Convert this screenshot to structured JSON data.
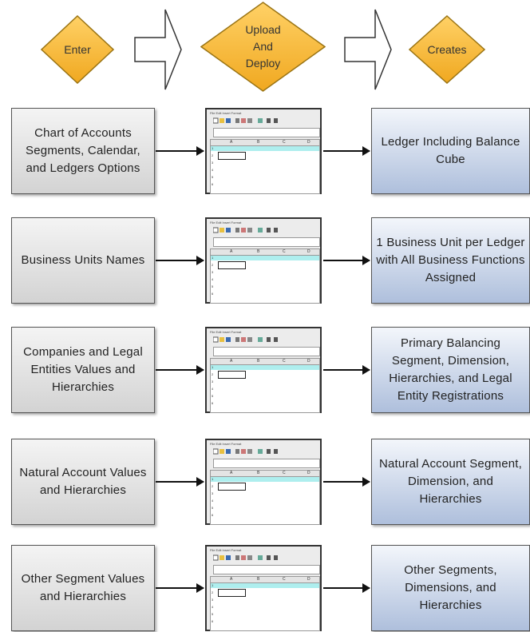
{
  "header": {
    "step1": "Enter",
    "step2": "Upload\nAnd\nDeploy",
    "step3": "Creates"
  },
  "rows": [
    {
      "input": "Chart of Accounts Segments, Calendar, and Ledgers Options",
      "output": "Ledger Including Balance Cube"
    },
    {
      "input": "Business Units Names",
      "output": "1 Business Unit per Ledger with All Business Functions Assigned"
    },
    {
      "input": "Companies and Legal Entities Values and Hierarchies",
      "output": "Primary Balancing Segment, Dimension, Hierarchies, and Legal Entity Registrations"
    },
    {
      "input": "Natural Account Values and Hierarchies",
      "output": "Natural Account Segment, Dimension, and Hierarchies"
    },
    {
      "input": "Other Segment Values and Hierarchies",
      "output": "Other Segments, Dimensions, and Hierarchies"
    }
  ],
  "spreadsheet": {
    "menu": "File  Edit  Insert  Format",
    "columns": [
      "A",
      "B",
      "C",
      "D"
    ],
    "rows": [
      "1",
      "2",
      "3",
      "4",
      "5",
      "6"
    ]
  },
  "colors": {
    "diamond_fill": "#f6be3c",
    "diamond_stroke": "#9a7414",
    "left_box": "#d3d3d3",
    "right_box": "#aebfdc",
    "highlight_row": "#aeeeee"
  }
}
